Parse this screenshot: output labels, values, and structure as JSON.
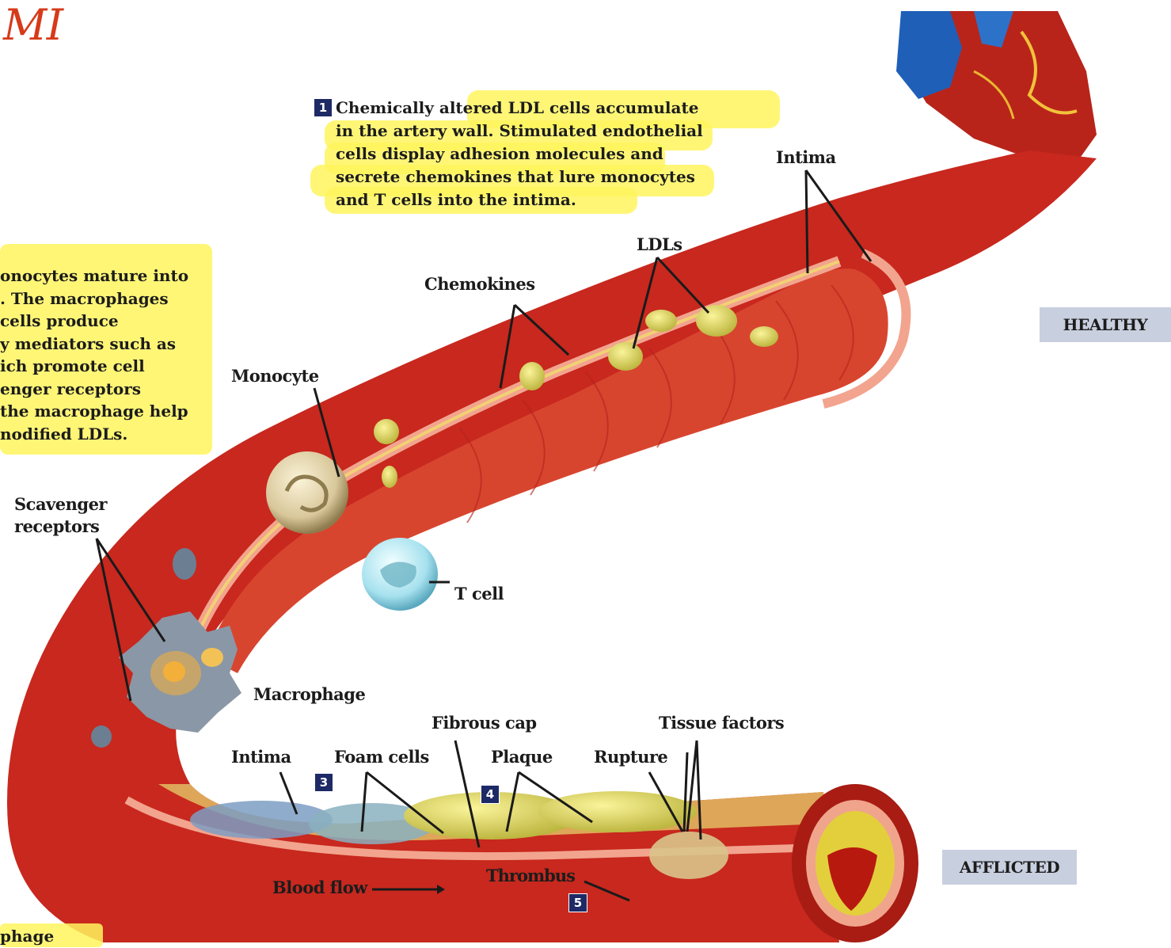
{
  "corner_mark": "MI",
  "step1": {
    "number": "1",
    "lines": [
      "Chemically altered LDL cells accumulate",
      "in the artery wall. Stimulated endothelial",
      "cells display adhesion molecules and",
      "secrete chemokines that lure monocytes",
      "and T cells into the intima."
    ]
  },
  "step2": {
    "lines": [
      "onocytes mature into",
      ". The macrophages",
      "cells produce",
      "y mediators such as",
      "ich promote cell",
      "enger receptors",
      "the macrophage help",
      "nodified LDLs."
    ]
  },
  "bottom_fragment": "phage",
  "labels": {
    "intima_top": "Intima",
    "ldls": "LDLs",
    "chemokines": "Chemokines",
    "monocyte": "Monocyte",
    "scavenger": [
      "Scavenger",
      "receptors"
    ],
    "t_cell": "T cell",
    "macrophage": "Macrophage",
    "fibrous_cap": "Fibrous cap",
    "tissue_factors": "Tissue factors",
    "intima_bottom": "Intima",
    "foam_cells": "Foam cells",
    "plaque": "Plaque",
    "rupture": "Rupture",
    "thrombus": "Thrombus",
    "blood_flow": "Blood flow"
  },
  "step_numbers": {
    "three": "3",
    "four": "4",
    "five": "5"
  },
  "tags": {
    "healthy": "HEALTHY",
    "afflicted": "AFFLICTED"
  },
  "colors": {
    "artery_red": "#c8281e",
    "artery_dark": "#8e130e",
    "intima_pink": "#f2a48e",
    "lumen": "#d8452f",
    "highlight": "#fff45e",
    "plaque_yellow": "#e6d64a",
    "tag_bg": "#c8cfdf",
    "number_bg": "#1e2a66"
  }
}
